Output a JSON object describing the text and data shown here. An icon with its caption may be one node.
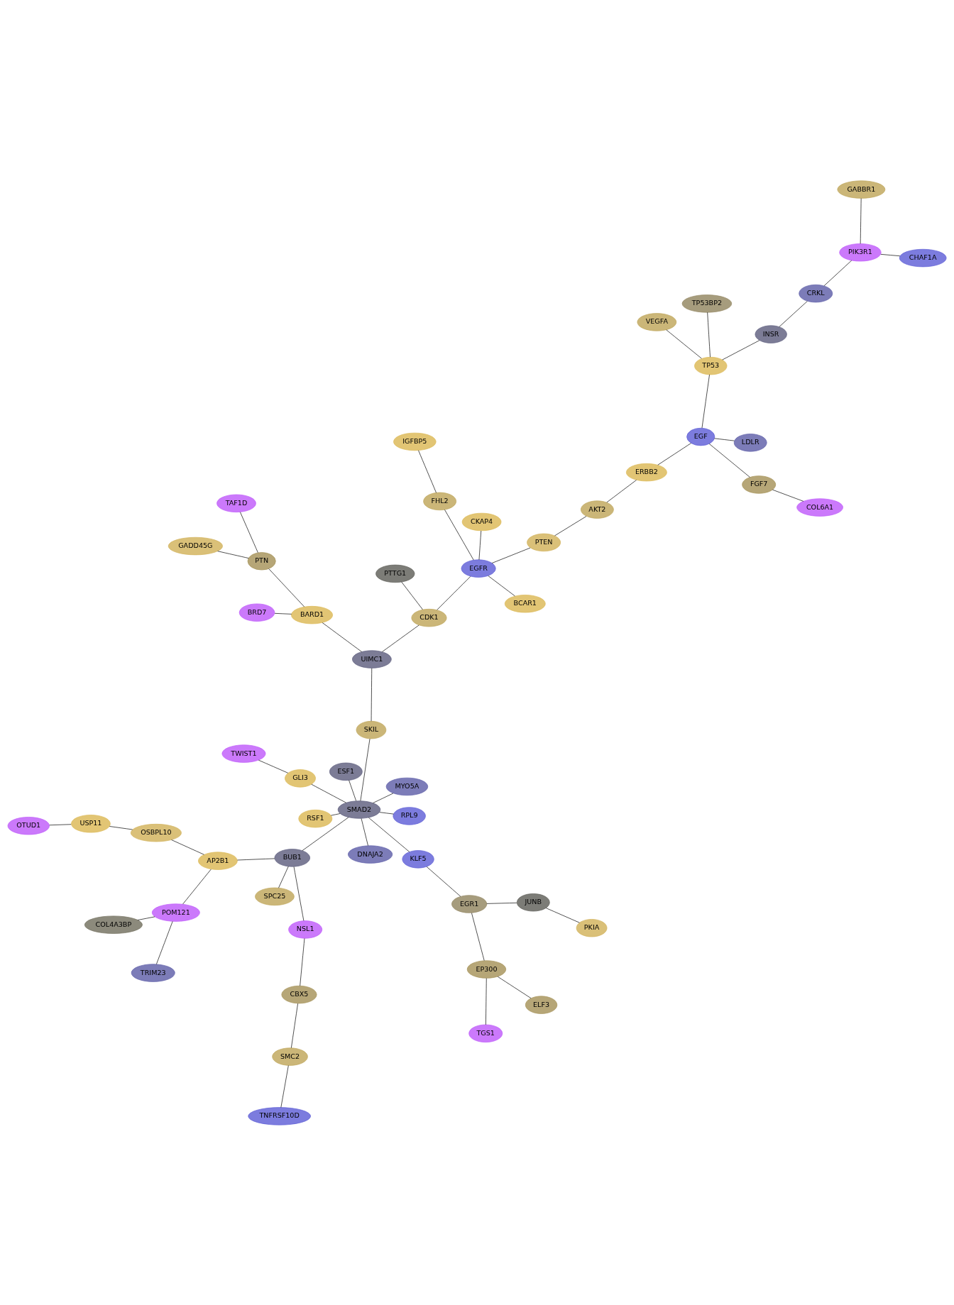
{
  "diagram": {
    "nodes": [
      {
        "text": [
          "OTUD1"
        ]
      },
      {
        "text": [
          "USP11"
        ]
      },
      {
        "text": [
          "TRIM23"
        ]
      },
      {
        "text": [
          "COL4A3BP"
        ]
      },
      {
        "text": [
          "POM121"
        ]
      },
      {
        "text": [
          "OSBPL10"
        ]
      },
      {
        "text": [
          "TNFRSF10D"
        ]
      },
      {
        "text": [
          "SMC2"
        ]
      },
      {
        "text": [
          "AP2B1"
        ]
      },
      {
        "text": [
          "CBX5"
        ]
      },
      {
        "text": [
          "SPC25"
        ]
      },
      {
        "text": [
          "NSL1"
        ]
      },
      {
        "text": [
          "ELF3"
        ]
      },
      {
        "text": [
          "BUB1"
        ]
      },
      {
        "text": [
          "TWIST1"
        ]
      },
      {
        "text": [
          "RPL9"
        ]
      },
      {
        "text": [
          "EP300"
        ]
      },
      {
        "text": [
          "GLI3"
        ]
      },
      {
        "text": [
          "TGS1"
        ]
      },
      {
        "text": [
          "RSF1"
        ]
      },
      {
        "text": [
          "SMAD2"
        ]
      },
      {
        "text": [
          "EGR1"
        ]
      },
      {
        "text": [
          "MYO5A"
        ]
      },
      {
        "text": [
          "KLF5"
        ]
      },
      {
        "text": [
          "ESF1"
        ]
      },
      {
        "text": [
          "DNAJA2"
        ]
      },
      {
        "text": [
          "JUNB"
        ]
      },
      {
        "text": [
          "PKIA"
        ]
      },
      {
        "text": [
          "SKIL"
        ]
      },
      {
        "text": [
          "UIMC1"
        ]
      },
      {
        "text": [
          "IGFBP5"
        ]
      },
      {
        "text": [
          "BCAR1"
        ]
      },
      {
        "text": [
          "CDK1"
        ]
      },
      {
        "text": [
          "FHL2"
        ]
      },
      {
        "text": [
          "BARD1"
        ]
      },
      {
        "text": [
          "BRD7"
        ]
      },
      {
        "text": [
          "EGFR"
        ]
      },
      {
        "text": [
          "PTTG1"
        ]
      },
      {
        "text": [
          "CKAP4"
        ]
      },
      {
        "text": [
          "PTN"
        ]
      },
      {
        "text": [
          "TAF1D"
        ]
      },
      {
        "text": [
          "PTEN"
        ]
      },
      {
        "text": [
          "GADD45G"
        ]
      },
      {
        "text": [
          "AKT2"
        ]
      },
      {
        "text": [
          "ERBB2"
        ]
      },
      {
        "text": [
          "COL6A1"
        ]
      },
      {
        "text": [
          "FGF7"
        ]
      },
      {
        "text": [
          "EGF"
        ]
      },
      {
        "text": [
          "LDLR"
        ]
      },
      {
        "text": [
          "TP53"
        ]
      },
      {
        "text": [
          "VEGFA"
        ]
      },
      {
        "text": [
          "INSR"
        ]
      },
      {
        "text": [
          "TP53BP2"
        ]
      },
      {
        "text": [
          "CRKL"
        ]
      },
      {
        "text": [
          "PIK3R1"
        ]
      },
      {
        "text": [
          "GABBR1"
        ]
      },
      {
        "text": [
          "CHAF1A"
        ]
      }
    ],
    "edges": [
      {
        "from": 0,
        "to": 1,
        "arrow": "none"
      },
      {
        "from": 1,
        "to": 5,
        "arrow": "none"
      },
      {
        "from": 5,
        "to": 8,
        "arrow": "none"
      },
      {
        "from": 2,
        "to": 4,
        "arrow": "none"
      },
      {
        "from": 3,
        "to": 4,
        "arrow": "none"
      },
      {
        "from": 4,
        "to": 8,
        "arrow": "none"
      },
      {
        "from": 8,
        "to": 13,
        "arrow": "none"
      },
      {
        "from": 6,
        "to": 7,
        "arrow": "none"
      },
      {
        "from": 7,
        "to": 9,
        "arrow": "none"
      },
      {
        "from": 9,
        "to": 11,
        "arrow": "none"
      },
      {
        "from": 11,
        "to": 13,
        "arrow": "none"
      },
      {
        "from": 10,
        "to": 13,
        "arrow": "none"
      },
      {
        "from": 13,
        "to": 20,
        "arrow": "none"
      },
      {
        "from": 12,
        "to": 16,
        "arrow": "none"
      },
      {
        "from": 18,
        "to": 16,
        "arrow": "none"
      },
      {
        "from": 16,
        "to": 21,
        "arrow": "none"
      },
      {
        "from": 21,
        "to": 23,
        "arrow": "none"
      },
      {
        "from": 21,
        "to": 26,
        "arrow": "none"
      },
      {
        "from": 26,
        "to": 27,
        "arrow": "none"
      },
      {
        "from": 14,
        "to": 17,
        "arrow": "none"
      },
      {
        "from": 17,
        "to": 20,
        "arrow": "none"
      },
      {
        "from": 15,
        "to": 20,
        "arrow": "none"
      },
      {
        "from": 23,
        "to": 20,
        "arrow": "none"
      },
      {
        "from": 20,
        "to": 19,
        "arrow": "none"
      },
      {
        "from": 20,
        "to": 22,
        "arrow": "none"
      },
      {
        "from": 20,
        "to": 24,
        "arrow": "none"
      },
      {
        "from": 20,
        "to": 25,
        "arrow": "none"
      },
      {
        "from": 20,
        "to": 28,
        "arrow": "none"
      },
      {
        "from": 28,
        "to": 29,
        "arrow": "none"
      },
      {
        "from": 29,
        "to": 34,
        "arrow": "none"
      },
      {
        "from": 29,
        "to": 32,
        "arrow": "none"
      },
      {
        "from": 34,
        "to": 35,
        "arrow": "none"
      },
      {
        "from": 34,
        "to": 39,
        "arrow": "none"
      },
      {
        "from": 39,
        "to": 40,
        "arrow": "none"
      },
      {
        "from": 39,
        "to": 42,
        "arrow": "none"
      },
      {
        "from": 32,
        "to": 37,
        "arrow": "none"
      },
      {
        "from": 32,
        "to": 36,
        "arrow": "none"
      },
      {
        "from": 36,
        "to": 31,
        "arrow": "none"
      },
      {
        "from": 36,
        "to": 33,
        "arrow": "none"
      },
      {
        "from": 33,
        "to": 30,
        "arrow": "none"
      },
      {
        "from": 36,
        "to": 38,
        "arrow": "none"
      },
      {
        "from": 36,
        "to": 41,
        "arrow": "none"
      },
      {
        "from": 41,
        "to": 43,
        "arrow": "none"
      },
      {
        "from": 43,
        "to": 44,
        "arrow": "none"
      },
      {
        "from": 44,
        "to": 47,
        "arrow": "none"
      },
      {
        "from": 47,
        "to": 46,
        "arrow": "none"
      },
      {
        "from": 46,
        "to": 45,
        "arrow": "none"
      },
      {
        "from": 47,
        "to": 48,
        "arrow": "none"
      },
      {
        "from": 47,
        "to": 49,
        "arrow": "none"
      },
      {
        "from": 49,
        "to": 50,
        "arrow": "none"
      },
      {
        "from": 49,
        "to": 52,
        "arrow": "none"
      },
      {
        "from": 49,
        "to": 51,
        "arrow": "none"
      },
      {
        "from": 51,
        "to": 53,
        "arrow": "none"
      },
      {
        "from": 53,
        "to": 54,
        "arrow": "none"
      },
      {
        "from": 54,
        "to": 55,
        "arrow": "none"
      },
      {
        "from": 54,
        "to": 56,
        "arrow": "none"
      }
    ]
  }
}
